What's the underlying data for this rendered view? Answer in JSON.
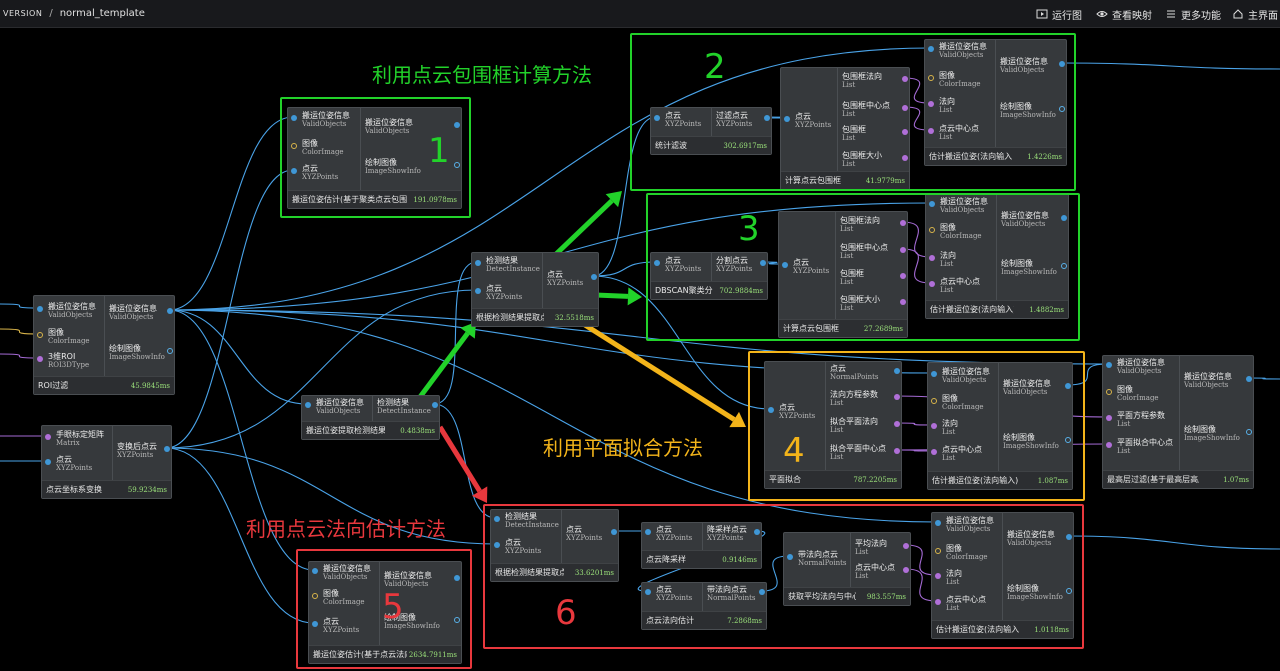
{
  "topbar": {
    "version": "VERSION",
    "separator": "/",
    "project": "normal_template",
    "run_graph": "运行图",
    "view_mapping": "查看映射",
    "more_features": "更多功能",
    "main_ui": "主界面"
  },
  "annotations": {
    "bbox_method": "利用点云包围框计算方法",
    "plane_method": "利用平面拟合方法",
    "normal_method": "利用点云法向估计方法",
    "n1": "1",
    "n2": "2",
    "n3": "3",
    "n4": "4",
    "n5": "5",
    "n6": "6"
  },
  "colors": {
    "green": "#22d22a",
    "yellow": "#f3b41a",
    "red": "#e8383d",
    "wire": "#4aa3e8",
    "wire_purple": "#a46ad4"
  },
  "nodes": {
    "roi": {
      "title": "ROI过滤",
      "time": "45.9845ms",
      "in": [
        {
          "n": "搬运位姿信息",
          "t": "ValidObjects"
        },
        {
          "n": "图像",
          "t": "ColorImage"
        },
        {
          "n": "3维ROI",
          "t": "ROI3DType"
        }
      ],
      "out": [
        {
          "n": "搬运位姿信息",
          "t": "ValidObjects"
        },
        {
          "n": "绘制图像",
          "t": "ImageShowInfo"
        }
      ]
    },
    "coord": {
      "title": "点云坐标系变换",
      "time": "59.9234ms",
      "in": [
        {
          "n": "手眼标定矩阵",
          "t": "Matrix"
        },
        {
          "n": "点云",
          "t": "XYZPoints"
        }
      ],
      "out": [
        {
          "n": "变换后点云",
          "t": "XYZPoints"
        }
      ]
    },
    "extract": {
      "title": "搬运位姿提取检测结果",
      "time": "0.4838ms",
      "in": [
        {
          "n": "搬运位姿信息",
          "t": "ValidObjects"
        }
      ],
      "out": [
        {
          "n": "检测结果",
          "t": "DetectInstance"
        }
      ]
    },
    "est1": {
      "title": "搬运位姿估计(基于聚类点云包围盒)",
      "time": "191.0978ms",
      "in": [
        {
          "n": "搬运位姿信息",
          "t": "ValidObjects"
        },
        {
          "n": "图像",
          "t": "ColorImage"
        },
        {
          "n": "点云",
          "t": "XYZPoints"
        }
      ],
      "out": [
        {
          "n": "搬运位姿信息",
          "t": "ValidObjects"
        },
        {
          "n": "绘制图像",
          "t": "ImageShowInfo"
        }
      ]
    },
    "crop": {
      "title": "根据检测结果提取点云",
      "time": "32.5518ms",
      "in": [
        {
          "n": "检测结果",
          "t": "DetectInstance"
        },
        {
          "n": "点云",
          "t": "XYZPoints"
        }
      ],
      "out": [
        {
          "n": "点云",
          "t": "XYZPoints"
        }
      ]
    },
    "stat": {
      "title": "统计滤波",
      "time": "302.6917ms",
      "in": [
        {
          "n": "点云",
          "t": "XYZPoints"
        }
      ],
      "out": [
        {
          "n": "过滤点云",
          "t": "XYZPoints"
        }
      ]
    },
    "bbox2": {
      "title": "计算点云包围框",
      "time": "41.9779ms",
      "in": [
        {
          "n": "点云",
          "t": "XYZPoints"
        }
      ],
      "out": [
        {
          "n": "包围框法向",
          "t": "List"
        },
        {
          "n": "包围框中心点",
          "t": "List"
        },
        {
          "n": "包围框",
          "t": "List"
        },
        {
          "n": "包围框大小",
          "t": "List"
        }
      ]
    },
    "est2": {
      "title": "估计搬运位姿(法向输入)",
      "time": "1.4226ms",
      "in": [
        {
          "n": "搬运位姿信息",
          "t": "ValidObjects"
        },
        {
          "n": "图像",
          "t": "ColorImage"
        },
        {
          "n": "法向",
          "t": "List"
        },
        {
          "n": "点云中心点",
          "t": "List"
        }
      ],
      "out": [
        {
          "n": "搬运位姿信息",
          "t": "ValidObjects"
        },
        {
          "n": "绘制图像",
          "t": "ImageShowInfo"
        }
      ]
    },
    "dbscan": {
      "title": "DBSCAN聚类分割",
      "time": "702.9884ms",
      "in": [
        {
          "n": "点云",
          "t": "XYZPoints"
        }
      ],
      "out": [
        {
          "n": "分割点云",
          "t": "XYZPoints"
        }
      ]
    },
    "bbox3": {
      "title": "计算点云包围框",
      "time": "27.2689ms",
      "in": [
        {
          "n": "点云",
          "t": "XYZPoints"
        }
      ],
      "out": [
        {
          "n": "包围框法向",
          "t": "List"
        },
        {
          "n": "包围框中心点",
          "t": "List"
        },
        {
          "n": "包围框",
          "t": "List"
        },
        {
          "n": "包围框大小",
          "t": "List"
        }
      ]
    },
    "est3": {
      "title": "估计搬运位姿(法向输入)",
      "time": "1.4882ms",
      "in": [
        {
          "n": "搬运位姿信息",
          "t": "ValidObjects"
        },
        {
          "n": "图像",
          "t": "ColorImage"
        },
        {
          "n": "法向",
          "t": "List"
        },
        {
          "n": "点云中心点",
          "t": "List"
        }
      ],
      "out": [
        {
          "n": "搬运位姿信息",
          "t": "ValidObjects"
        },
        {
          "n": "绘制图像",
          "t": "ImageShowInfo"
        }
      ]
    },
    "plane": {
      "title": "平面拟合",
      "time": "787.2205ms",
      "in": [
        {
          "n": "点云",
          "t": "XYZPoints"
        }
      ],
      "out": [
        {
          "n": "点云",
          "t": "NormalPoints"
        },
        {
          "n": "法向方程参数",
          "t": "List"
        },
        {
          "n": "拟合平面法向",
          "t": "List"
        },
        {
          "n": "拟合平面中心点",
          "t": "List"
        }
      ]
    },
    "est4": {
      "title": "估计搬运位姿(法向输入)",
      "time": "1.087ms",
      "in": [
        {
          "n": "搬运位姿信息",
          "t": "ValidObjects"
        },
        {
          "n": "图像",
          "t": "ColorImage"
        },
        {
          "n": "法向",
          "t": "List"
        },
        {
          "n": "点云中心点",
          "t": "List"
        }
      ],
      "out": [
        {
          "n": "搬运位姿信息",
          "t": "ValidObjects"
        },
        {
          "n": "绘制图像",
          "t": "ImageShowInfo"
        }
      ]
    },
    "highest": {
      "title": "最高层过滤(基于最高层高度-倾斜场景)",
      "time": "1.07ms",
      "in": [
        {
          "n": "搬运位姿信息",
          "t": "ValidObjects"
        },
        {
          "n": "图像",
          "t": "ColorImage"
        },
        {
          "n": "平面方程参数",
          "t": "List"
        },
        {
          "n": "平面拟合中心点",
          "t": "List"
        }
      ],
      "out": [
        {
          "n": "搬运位姿信息",
          "t": "ValidObjects"
        },
        {
          "n": "绘制图像",
          "t": "ImageShowInfo"
        }
      ]
    },
    "est5": {
      "title": "搬运位姿估计(基于点云法向)",
      "time": "2634.7911ms",
      "in": [
        {
          "n": "搬运位姿信息",
          "t": "ValidObjects"
        },
        {
          "n": "图像",
          "t": "ColorImage"
        },
        {
          "n": "点云",
          "t": "XYZPoints"
        }
      ],
      "out": [
        {
          "n": "搬运位姿信息",
          "t": "ValidObjects"
        },
        {
          "n": "绘制图像",
          "t": "ImageShowInfo"
        }
      ]
    },
    "crop6": {
      "title": "根据检测结果提取点云",
      "time": "33.6201ms",
      "in": [
        {
          "n": "检测结果",
          "t": "DetectInstance"
        },
        {
          "n": "点云",
          "t": "XYZPoints"
        }
      ],
      "out": [
        {
          "n": "点云",
          "t": "XYZPoints"
        }
      ]
    },
    "down": {
      "title": "点云降采样",
      "time": "0.9146ms",
      "in": [
        {
          "n": "点云",
          "t": "XYZPoints"
        }
      ],
      "out": [
        {
          "n": "降采样点云",
          "t": "XYZPoints"
        }
      ]
    },
    "normal": {
      "title": "点云法向估计",
      "time": "7.2868ms",
      "in": [
        {
          "n": "点云",
          "t": "XYZPoints"
        }
      ],
      "out": [
        {
          "n": "带法向点云",
          "t": "NormalPoints"
        }
      ]
    },
    "avg": {
      "title": "获取平均法向与中心点",
      "time": "983.557ms",
      "in": [
        {
          "n": "带法向点云",
          "t": "NormalPoints"
        }
      ],
      "out": [
        {
          "n": "平均法向",
          "t": "List"
        },
        {
          "n": "点云中心点",
          "t": "List"
        }
      ]
    },
    "est6": {
      "title": "估计搬运位姿(法向输入)",
      "time": "1.0118ms",
      "in": [
        {
          "n": "搬运位姿信息",
          "t": "ValidObjects"
        },
        {
          "n": "图像",
          "t": "ColorImage"
        },
        {
          "n": "法向",
          "t": "List"
        },
        {
          "n": "点云中心点",
          "t": "List"
        }
      ],
      "out": [
        {
          "n": "搬运位姿信息",
          "t": "ValidObjects"
        },
        {
          "n": "绘制图像",
          "t": "ImageShowInfo"
        }
      ]
    }
  }
}
